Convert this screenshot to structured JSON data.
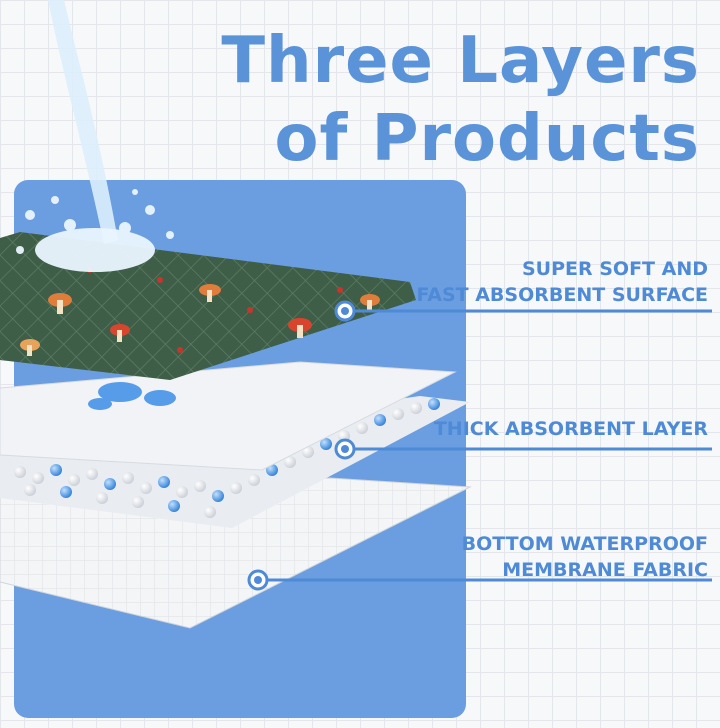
{
  "headline": {
    "line1": "Three Layers",
    "line2": "of Products"
  },
  "layers": [
    {
      "line1": "SUPER SOFT AND",
      "line2": "FAST ABSORBENT SURFACE"
    },
    {
      "line1": "THICK ABSORBENT LAYER"
    },
    {
      "line1": "BOTTOM WATERPROOF",
      "line2": "MEMBRANE FABRIC"
    }
  ],
  "colors": {
    "accent": "#5b93d9",
    "panel": "#6a9ee0",
    "top_fabric": "#3f5e48",
    "background_grid": "#e3e7ec"
  }
}
